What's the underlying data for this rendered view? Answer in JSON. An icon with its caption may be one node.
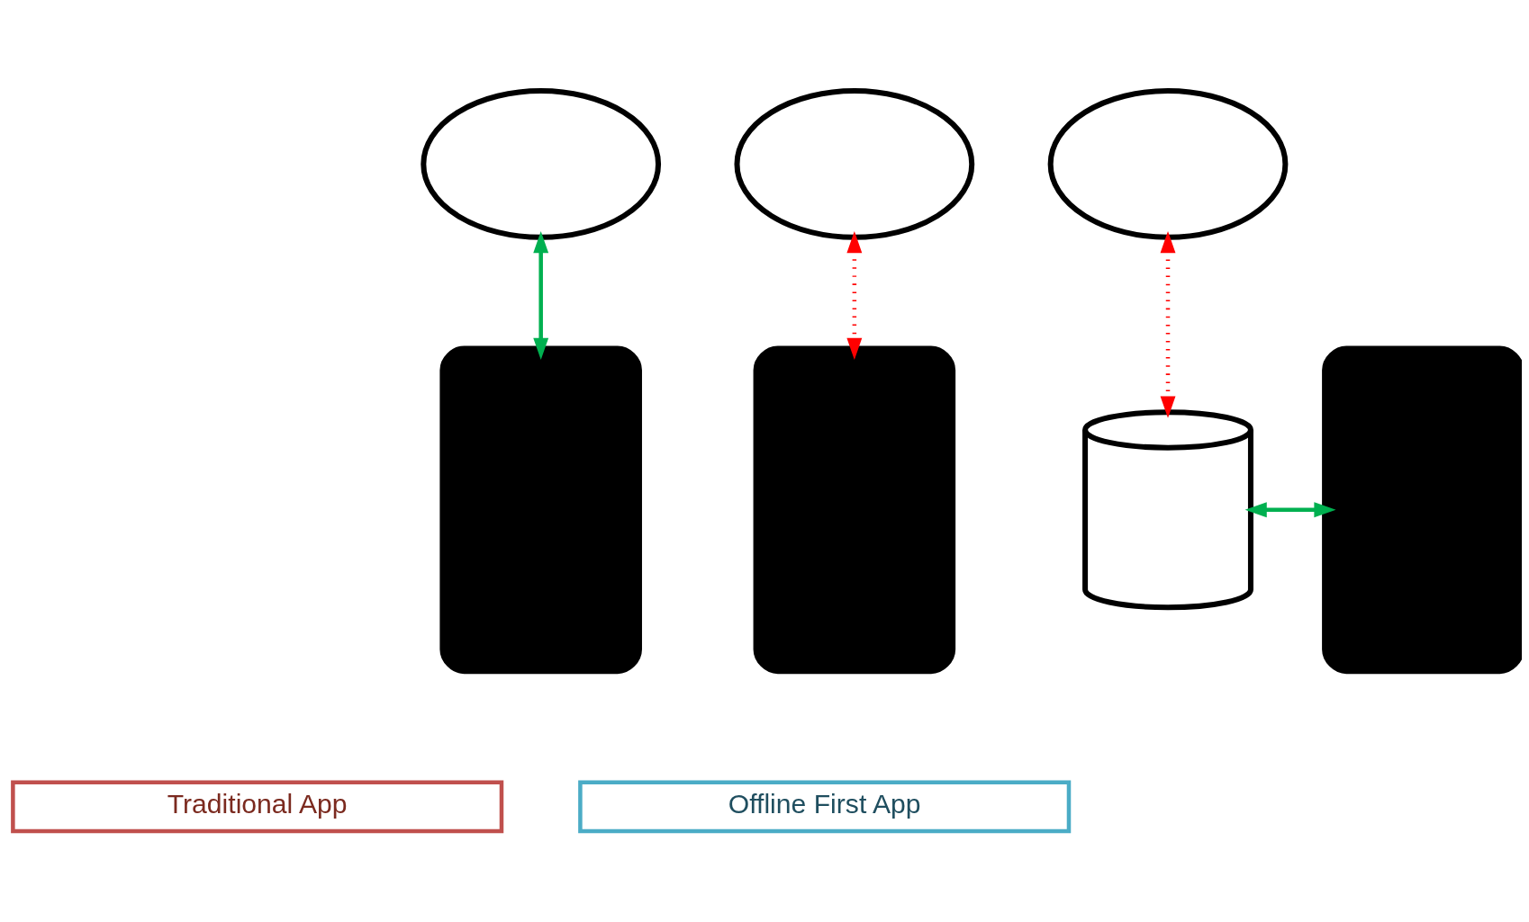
{
  "diagram": {
    "nodes": [
      {
        "text": [],
        "shape": "cloud"
      },
      {
        "text": [],
        "shape": "cloud"
      },
      {
        "text": [],
        "shape": "cloud"
      },
      {
        "text": [],
        "shape": "box"
      },
      {
        "text": [],
        "shape": "box"
      },
      {
        "text": [],
        "shape": "cylinder"
      },
      {
        "text": [],
        "shape": "box"
      },
      {
        "text": [
          "Traditional App"
        ]
      },
      {
        "text": [
          "Offline First App"
        ]
      }
    ],
    "edges": [
      {
        "from": 0,
        "to": 3,
        "arrow": "both",
        "color": "#00b050"
      },
      {
        "from": 1,
        "to": 4,
        "arrow": "both",
        "style": "dashed",
        "color": "#ff0000"
      },
      {
        "from": 2,
        "to": 5,
        "arrow": "both",
        "style": "dashed",
        "color": "#ff0000"
      },
      {
        "from": 5,
        "to": 6,
        "arrow": "both",
        "color": "#00b050"
      }
    ]
  }
}
